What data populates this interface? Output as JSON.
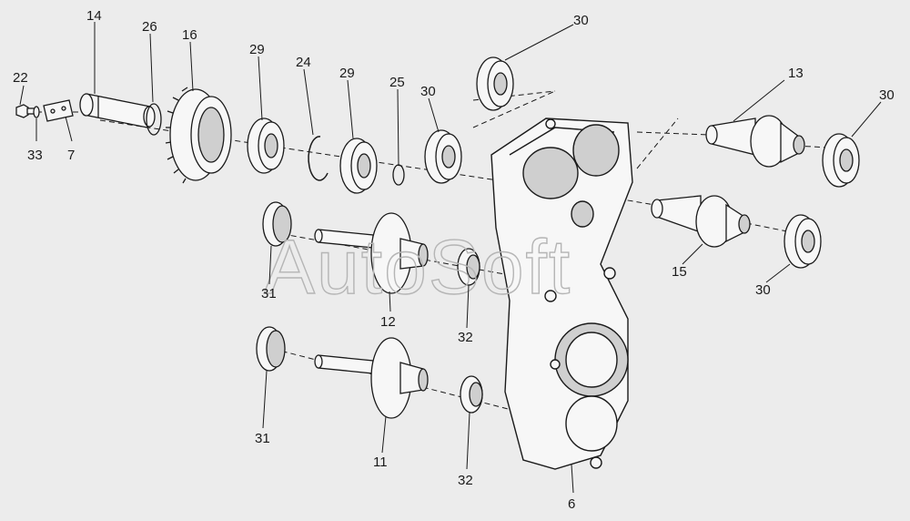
{
  "diagram": {
    "watermark": "AutoSoft",
    "callouts": {
      "n14": "14",
      "n26": "26",
      "n16": "16",
      "n29a": "29",
      "n24": "24",
      "n29b": "29",
      "n25": "25",
      "n30a": "30",
      "n30b": "30",
      "n13": "13",
      "n30c": "30",
      "n22": "22",
      "n33": "33",
      "n7": "7",
      "n31a": "31",
      "n12": "12",
      "n32a": "32",
      "n15": "15",
      "n30d": "30",
      "n31b": "31",
      "n11": "11",
      "n32b": "32",
      "n6": "6"
    }
  },
  "colors": {
    "background": "#ececec",
    "line": "#1a1a1a",
    "part_fill": "#f7f7f7",
    "shade": "#cfcfcf",
    "watermark": "#b5b5b5"
  }
}
